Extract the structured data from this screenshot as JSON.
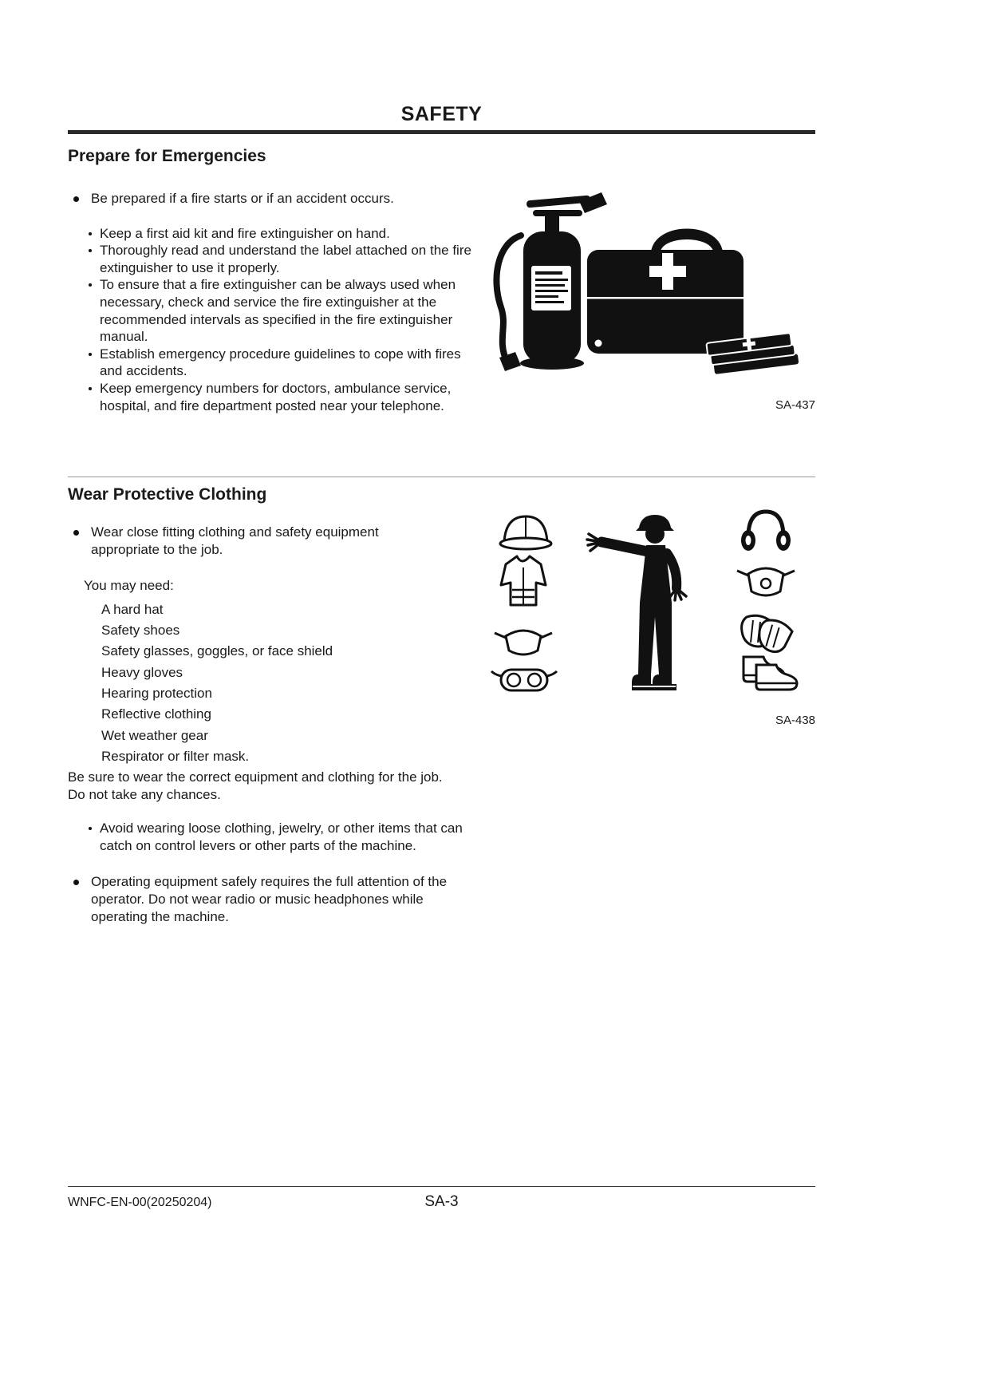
{
  "page": {
    "title": "SAFETY",
    "footer": {
      "doc_code": "WNFC-EN-00(20250204)",
      "page_number": "SA-3"
    }
  },
  "prepare_section": {
    "heading": "Prepare for Emergencies",
    "lead_bullet": "Be prepared if a fire starts or if an accident occurs.",
    "sub_bullets": [
      "Keep a first aid kit and fire extinguisher on hand.",
      "Thoroughly read and understand the label attached on the fire extinguisher to use it properly.",
      "To ensure that a fire extinguisher can be always used when necessary, check and service the fire extinguisher at the recommended intervals as specified in the fire extinguisher manual.",
      "Establish emergency procedure guidelines to cope with fires and accidents.",
      "Keep emergency numbers for doctors, ambulance service, hospital, and fire department posted near your telephone."
    ],
    "figure_caption": "SA-437"
  },
  "clothing_section": {
    "heading": "Wear Protective Clothing",
    "lead_bullet": "Wear close fitting clothing and safety equipment appropriate to the job.",
    "need_intro": "You may need:",
    "need_items": [
      "A hard hat",
      "Safety shoes",
      "Safety glasses, goggles, or face shield",
      "Heavy gloves",
      "Hearing protection",
      "Reflective clothing",
      "Wet weather gear",
      "Respirator or filter mask."
    ],
    "note": "Be sure to wear the correct equipment and clothing for the job. Do not take any chances.",
    "sub_bullet": "Avoid wearing loose clothing, jewelry, or other items that can catch on control levers or other parts of the machine.",
    "second_bullet": "Operating equipment safely requires the full attention of the operator. Do not wear radio or music headphones while operating the machine.",
    "figure_caption": "SA-438"
  },
  "icons": {
    "emergency_figure": [
      "fire-extinguisher",
      "first-aid-kit",
      "first-aid-cards"
    ],
    "clothing_figure": [
      "hard-hat",
      "safety-vest",
      "dust-mask",
      "goggles",
      "worker",
      "ear-muffs",
      "respirator",
      "gloves",
      "safety-boots"
    ]
  },
  "colors": {
    "ink": "#111111",
    "rule": "#2a2a2a",
    "divider": "#9a9a9a"
  }
}
